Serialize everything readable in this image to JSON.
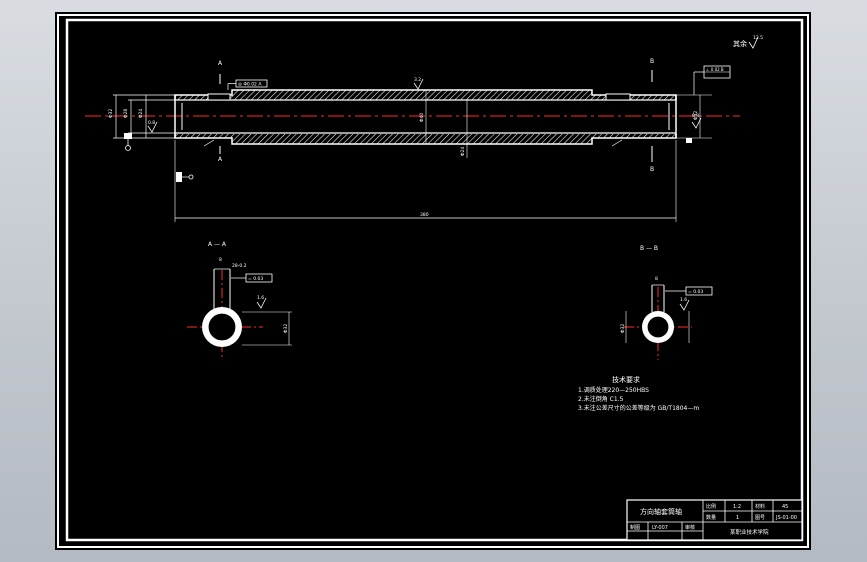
{
  "section_labels": {
    "a_top": "A",
    "a_bottom": "A",
    "b_top": "B",
    "b_bottom": "B",
    "section_aa": "A — A",
    "section_bb": "B — B"
  },
  "surface_finish_note": "其余",
  "dimensions": {
    "overall_length": "380",
    "left_dia_1": "Φ32",
    "left_dia_2": "Φ28",
    "inner_dia": "Φ24",
    "right_dia": "Φ32",
    "mid_dia": "Φ40",
    "keyway_width": "8",
    "keyway_depth": "28-0.2",
    "sec_a_dia": "Φ32",
    "sec_b_dia": "Φ32"
  },
  "tolerance_frames": {
    "left": "◎ Φ0.02 A",
    "right": "⊥ 0.02 B",
    "sec_a": "= 0.03",
    "sec_b": "= 0.03",
    "top_mid": "3.2"
  },
  "roughness": {
    "top_right": "12.5",
    "left": "0.8",
    "right": "0.8",
    "sec_a": "1.6",
    "sec_b": "1.6"
  },
  "tech_requirements": {
    "heading": "技术要求",
    "line1": "1.调质处理220—250HBS",
    "line2": "2.未注倒角 C1.5",
    "line3": "3.未注公差尺寸的公差等级为 GB/T1804—m"
  },
  "title_block": {
    "part_name": "方向轴套筒轴",
    "r1c1": "比例",
    "r1c2": "1:2",
    "r1c3": "材料",
    "r1c4": "45",
    "r2c1": "数量",
    "r2c2": "1",
    "r2c3": "图号",
    "r2c4": "JS-01-00",
    "r3c1": "制图",
    "r3c2": "LY-007",
    "r3c3": "审核",
    "school": "某职业技术学院"
  }
}
